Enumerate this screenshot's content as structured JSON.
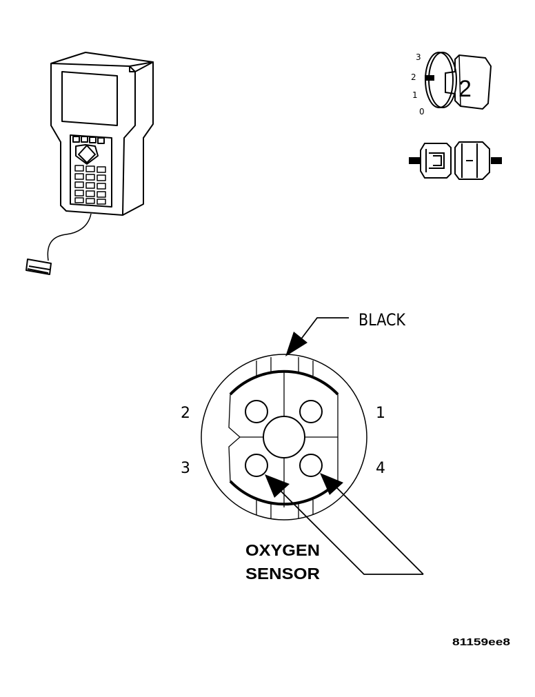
{
  "scan_tool": {
    "name": "scan-tool"
  },
  "ignition_switch": {
    "positions": [
      "3",
      "2",
      "1",
      "0"
    ],
    "key_number": "2"
  },
  "connector_pair": {
    "name": "connector-halves"
  },
  "sensor_connector": {
    "wire_color_label": "BLACK",
    "pin_labels": {
      "pin_1": "1",
      "pin_2": "2",
      "pin_3": "3",
      "pin_4": "4"
    },
    "component_label_line1": "OXYGEN",
    "component_label_line2": "SENSOR"
  },
  "figure_id": "81159ee8"
}
